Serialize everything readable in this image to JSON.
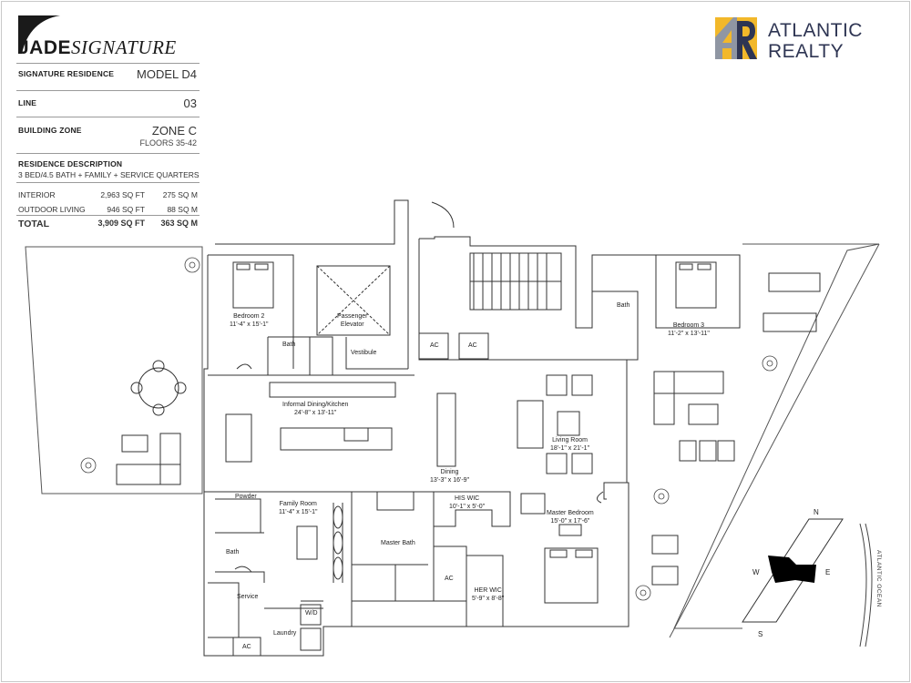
{
  "brand": {
    "name_bold": "JADE",
    "name_italic": "SIGNATURE"
  },
  "specs": {
    "residence_label": "SIGNATURE RESIDENCE",
    "model": "MODEL D4",
    "line_label": "LINE",
    "line_value": "03",
    "zone_label": "BUILDING ZONE",
    "zone_value": "ZONE C",
    "floors": "FLOORS 35-42",
    "description_label": "RESIDENCE DESCRIPTION",
    "description": "3 BED/4.5 BATH + FAMILY + SERVICE QUARTERS",
    "areas": [
      {
        "name": "INTERIOR",
        "sqft": "2,963 SQ FT",
        "sqm": "275 SQ M"
      },
      {
        "name": "OUTDOOR LIVING",
        "sqft": "946 SQ FT",
        "sqm": "88 SQ M"
      }
    ],
    "total": {
      "name": "TOTAL",
      "sqft": "3,909 SQ FT",
      "sqm": "363 SQ M"
    }
  },
  "realtor": {
    "line1": "ATLANTIC",
    "line2": "REALTY",
    "colors": {
      "yellow": "#f2b82a",
      "navy": "#2e3553",
      "grey": "#8f96a3"
    }
  },
  "rooms": {
    "bedroom2": {
      "name": "Bedroom 2",
      "dim": "11'-4\" x 15'-1\""
    },
    "elevator": {
      "name": "Passenger",
      "name2": "Elevator"
    },
    "bath_a": "Bath",
    "vestibule": "Vestibule",
    "kitchen": {
      "name": "Informal Dining/Kitchen",
      "dim": "24'-8\" x 13'-11\""
    },
    "dining": {
      "name": "Dining",
      "dim": "13'-3\" x 16'-9\""
    },
    "living": {
      "name": "Living Room",
      "dim": "18'-1\" x 21'-1\""
    },
    "bath_b": "Bath",
    "bedroom3": {
      "name": "Bedroom 3",
      "dim": "11'-2\" x 13'-11\""
    },
    "ac1": "AC",
    "ac2": "AC",
    "powder": "Powder",
    "family": {
      "name": "Family Room",
      "dim": "11'-4\" x 15'-1\""
    },
    "bath_c": "Bath",
    "service": "Service",
    "wd": "W/D",
    "laundry": "Laundry",
    "ac3": "AC",
    "master_bath": "Master Bath",
    "his_wic": {
      "name": "HIS WIC",
      "dim": "10'-1\" x 5'-0\""
    },
    "ac4": "AC",
    "her_wic": {
      "name": "HER WIC",
      "dim": "5'-9\" x 8'-8\""
    },
    "master_bed": {
      "name": "Master Bedroom",
      "dim": "15'-0\" x 17'-6\""
    }
  },
  "compass": {
    "n": "N",
    "s": "S",
    "e": "E",
    "w": "W"
  },
  "ocean": "ATLANTIC OCEAN"
}
